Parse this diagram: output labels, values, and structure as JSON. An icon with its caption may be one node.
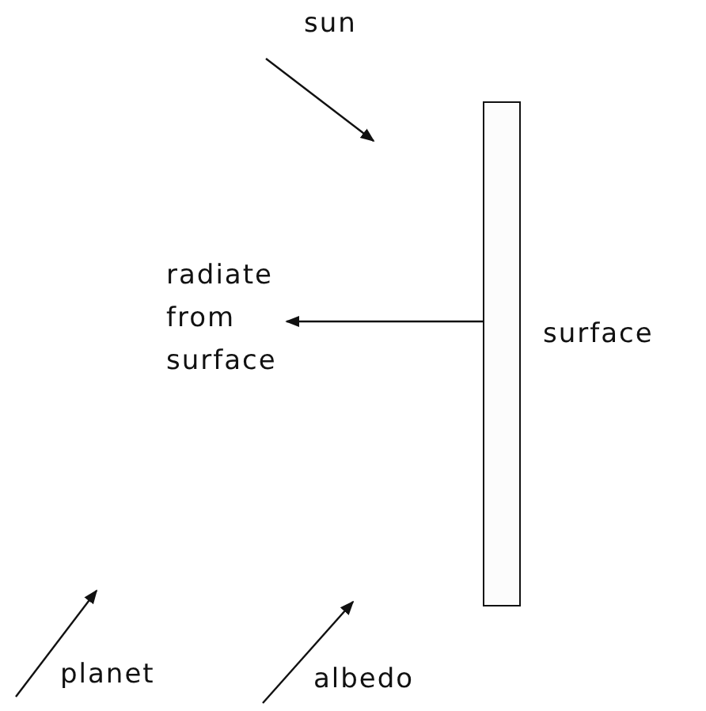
{
  "diagram": {
    "nodes": [
      {
        "text": [],
        "shape": "bar",
        "beside": [
          "surface"
        ]
      },
      {
        "text": [
          "radiate from surface"
        ]
      }
    ],
    "edges": [
      {
        "from": 0,
        "to": 1,
        "arrow": "to"
      }
    ],
    "labels": [
      "sun",
      "planet",
      "albedo"
    ]
  }
}
